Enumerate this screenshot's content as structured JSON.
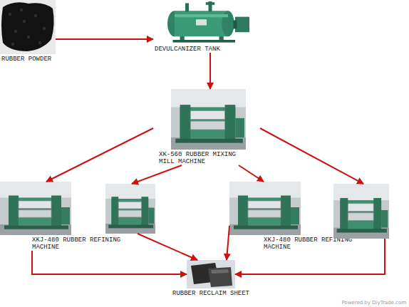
{
  "diagram": {
    "nodes": [
      {
        "text": [
          "RUBBER POWDER"
        ]
      },
      {
        "text": [
          "DEVULCANIZER TANK"
        ]
      },
      {
        "text": [
          "XK-560 RUBBER MIXING MILL MACHINE"
        ]
      },
      {
        "text": [
          "XKJ-480 RUBBER REFINING MACHINE"
        ]
      },
      {
        "text": []
      },
      {
        "text": [
          "XKJ-480 RUBBER REFINING MACHINE"
        ]
      },
      {
        "text": []
      },
      {
        "text": [
          "RUBBER RECLAIM SHEET"
        ]
      }
    ],
    "edges": [
      {
        "from": 0,
        "to": 1,
        "arrow": "to"
      },
      {
        "from": 1,
        "to": 2,
        "arrow": "to"
      },
      {
        "from": 2,
        "to": 3,
        "arrow": "to"
      },
      {
        "from": 2,
        "to": 4,
        "arrow": "to"
      },
      {
        "from": 2,
        "to": 5,
        "arrow": "to"
      },
      {
        "from": 2,
        "to": 6,
        "arrow": "to"
      },
      {
        "from": 3,
        "to": 7,
        "arrow": "to"
      },
      {
        "from": 4,
        "to": 7,
        "arrow": "to"
      },
      {
        "from": 5,
        "to": 7,
        "arrow": "to"
      },
      {
        "from": 6,
        "to": 7,
        "arrow": "to"
      }
    ],
    "labels": [
      "Powered by DiyTrade.com"
    ]
  }
}
